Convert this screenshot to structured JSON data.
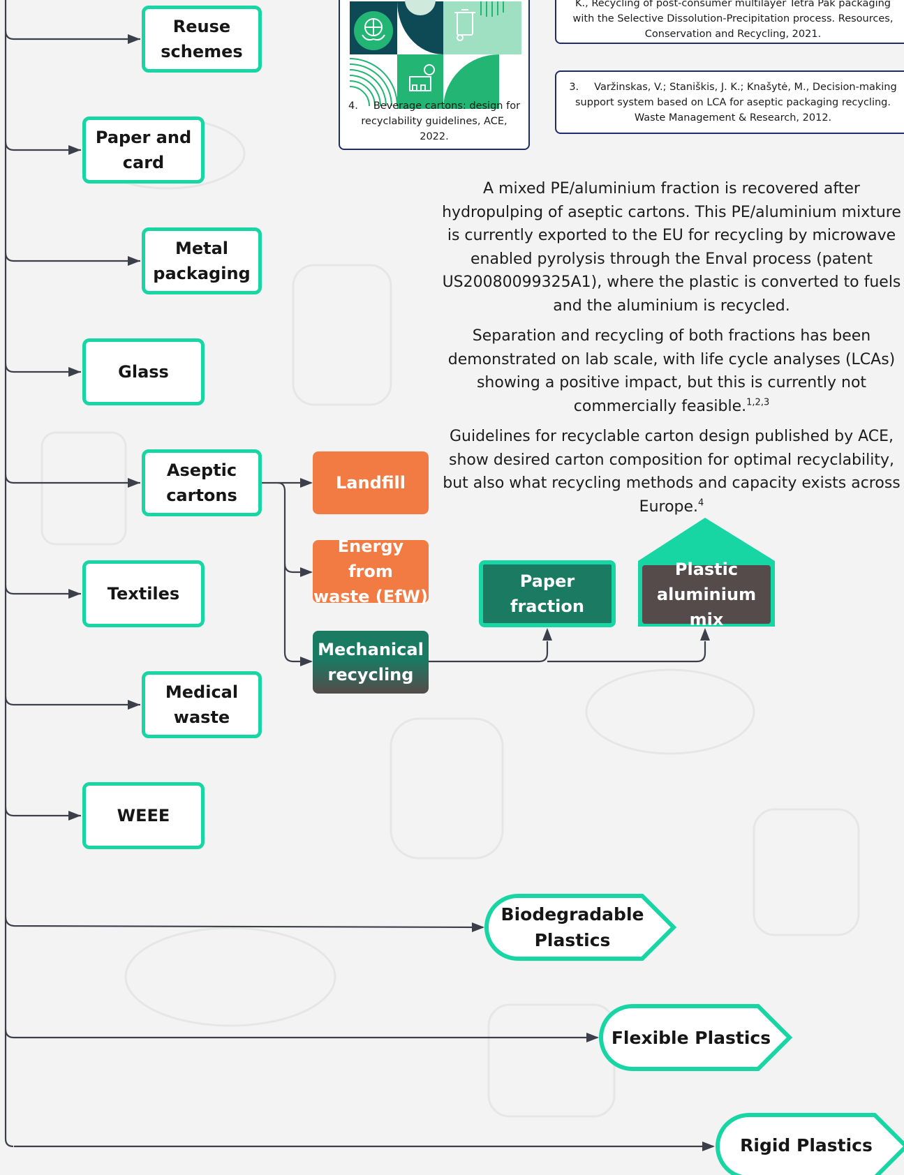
{
  "colors": {
    "accent": "#17d6a4",
    "connector": "#3a3f4a",
    "landfill": "#f27b44",
    "energy": "#f27b44",
    "mechanical_top": "#1a7a62",
    "mechanical_bottom": "#554b4b",
    "paper_fraction": "#1a7a62",
    "plastic_mix": "#554b4b",
    "reference_border": "#1d2a6b"
  },
  "categories": [
    {
      "id": "reuse",
      "lines": [
        "Reuse",
        "schemes"
      ]
    },
    {
      "id": "paper",
      "lines": [
        "Paper and",
        "card"
      ]
    },
    {
      "id": "metal",
      "lines": [
        "Metal",
        "packaging"
      ]
    },
    {
      "id": "glass",
      "lines": [
        "Glass"
      ]
    },
    {
      "id": "aseptic",
      "lines": [
        "Aseptic",
        "cartons"
      ]
    },
    {
      "id": "textiles",
      "lines": [
        "Textiles"
      ]
    },
    {
      "id": "medical",
      "lines": [
        "Medical",
        "waste"
      ]
    },
    {
      "id": "weee",
      "lines": [
        "WEEE"
      ]
    }
  ],
  "plastics": [
    {
      "id": "biodegradable",
      "lines": [
        "Biodegradable",
        "Plastics"
      ]
    },
    {
      "id": "flexible",
      "lines": [
        "Flexible Plastics"
      ]
    },
    {
      "id": "rigid",
      "lines": [
        "Rigid Plastics"
      ]
    }
  ],
  "routes": {
    "landfill": "Landfill",
    "energy": [
      "Energy from",
      "waste (EfW)"
    ],
    "mechanical": [
      "Mechanical",
      "recycling"
    ]
  },
  "fractions": {
    "paper": "Paper fraction",
    "plastic": [
      "Plastic",
      "aluminium mix"
    ]
  },
  "references": {
    "ref_top_partial": "K., Recycling of post-consumer multilayer Tetra Pak packaging with the Selective Dissolution-Precipitation process. Resources, Conservation and Recycling, 2021.",
    "ref3_num": "3.",
    "ref3_text": "Varžinskas, V.; Staniškis, J. K.; Knašytė, M., Decision-making support system based on LCA for aseptic packaging recycling. Waste Management & Research, 2012.",
    "ref4_num": "4.",
    "ref4_text": "Beverage cartons: design for recyclability guidelines, ACE, 2022."
  },
  "text": {
    "para1": "A mixed PE/aluminium fraction is recovered after hydropulping of aseptic cartons.  This PE/aluminium mixture is currently exported to the EU for recycling by microwave enabled pyrolysis through the Enval process (patent US20080099325A1), where the plastic is converted to fuels and the aluminium is recycled.",
    "para2": "Separation and recycling of both fractions has been demonstrated on lab scale, with life cycle analyses (LCAs) showing a positive impact, but this is currently not commercially feasible.",
    "para2_sup": "1,2,3",
    "para3": "Guidelines for recyclable carton design published by ACE, show desired carton composition for optimal recyclability, but also what recycling methods and capacity exists across Europe.",
    "para3_sup": "4"
  }
}
